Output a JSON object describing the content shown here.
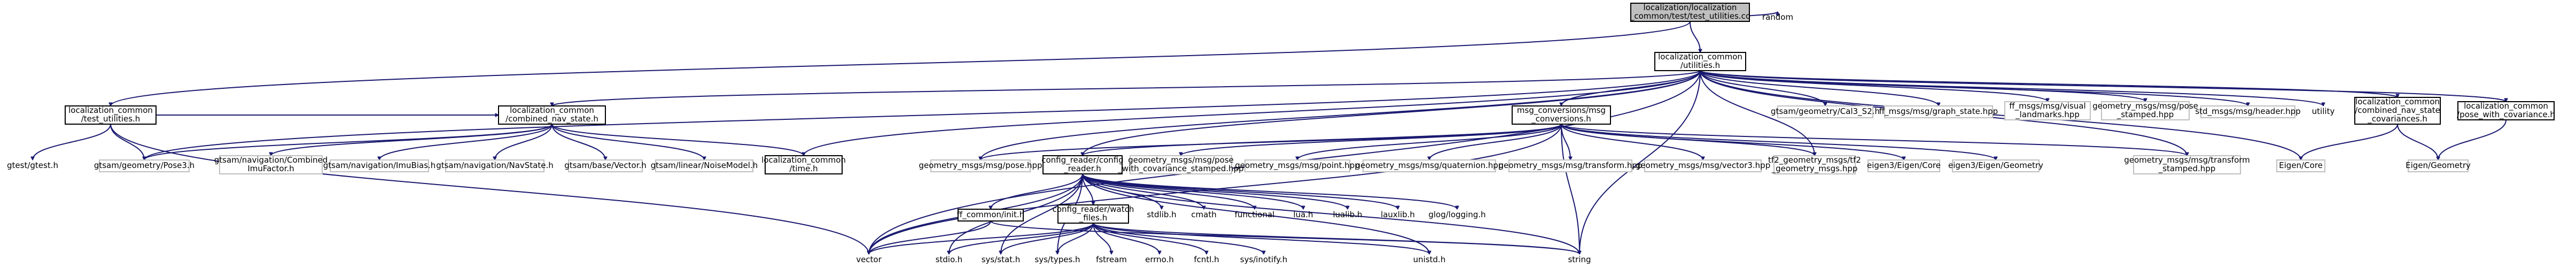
{
  "graph": {
    "nodes": [
      {
        "id": "root",
        "lines": [
          "localization/localization",
          "_common/test/test_utilities.cc"
        ],
        "style": "root"
      },
      {
        "id": "random",
        "lines": [
          "random"
        ],
        "style": "plain"
      },
      {
        "id": "lc_utilities",
        "lines": [
          "localization_common",
          "/utilities.h"
        ],
        "style": "boxed"
      },
      {
        "id": "lc_test_utilities",
        "lines": [
          "localization_common",
          "/test_utilities.h"
        ],
        "style": "boxed"
      },
      {
        "id": "lc_combined_nav_state",
        "lines": [
          "localization_common",
          "/combined_nav_state.h"
        ],
        "style": "boxed"
      },
      {
        "id": "gtest",
        "lines": [
          "gtest/gtest.h"
        ],
        "style": "plain"
      },
      {
        "id": "gtsam_pose3",
        "lines": [
          "gtsam/geometry/Pose3.h"
        ],
        "style": "box"
      },
      {
        "id": "gtsam_combined_imu",
        "lines": [
          "gtsam/navigation/Combined",
          "ImuFactor.h"
        ],
        "style": "box"
      },
      {
        "id": "gtsam_imubias",
        "lines": [
          "gtsam/navigation/ImuBias.h"
        ],
        "style": "box"
      },
      {
        "id": "gtsam_navstate",
        "lines": [
          "gtsam/navigation/NavState.h"
        ],
        "style": "box"
      },
      {
        "id": "gtsam_vector",
        "lines": [
          "gtsam/base/Vector.h"
        ],
        "style": "box"
      },
      {
        "id": "gtsam_noisemodel",
        "lines": [
          "gtsam/linear/NoiseModel.h"
        ],
        "style": "box"
      },
      {
        "id": "lc_time",
        "lines": [
          "localization_common",
          "/time.h"
        ],
        "style": "boxed"
      },
      {
        "id": "mc_conversions",
        "lines": [
          "msg_conversions/msg",
          "_conversions.h"
        ],
        "style": "boxed"
      },
      {
        "id": "geo_pose",
        "lines": [
          "geometry_msgs/msg/pose.hpp"
        ],
        "style": "box"
      },
      {
        "id": "config_reader",
        "lines": [
          "config_reader/config",
          "_reader.h"
        ],
        "style": "boxed"
      },
      {
        "id": "geo_pose_cov",
        "lines": [
          "geometry_msgs/msg/pose",
          "_with_covariance_stamped.hpp"
        ],
        "style": "box"
      },
      {
        "id": "geo_point",
        "lines": [
          "geometry_msgs/msg/point.hpp"
        ],
        "style": "box"
      },
      {
        "id": "geo_quaternion",
        "lines": [
          "geometry_msgs/msg/quaternion.hpp"
        ],
        "style": "box"
      },
      {
        "id": "geo_transform",
        "lines": [
          "geometry_msgs/msg/transform.hpp"
        ],
        "style": "box"
      },
      {
        "id": "geo_vector3",
        "lines": [
          "geometry_msgs/msg/vector3.hpp"
        ],
        "style": "box"
      },
      {
        "id": "tf2_geometry",
        "lines": [
          "tf2_geometry_msgs/tf2",
          "_geometry_msgs.hpp"
        ],
        "style": "box"
      },
      {
        "id": "eigen_core_slash",
        "lines": [
          "eigen3/Eigen/Core"
        ],
        "style": "box"
      },
      {
        "id": "eigen_geometry_slash",
        "lines": [
          "eigen3/Eigen/Geometry"
        ],
        "style": "box"
      },
      {
        "id": "geo_transform_stamped",
        "lines": [
          "geometry_msgs/msg/transform",
          "_stamped.hpp"
        ],
        "style": "box"
      },
      {
        "id": "eigen_core",
        "lines": [
          "Eigen/Core"
        ],
        "style": "box"
      },
      {
        "id": "eigen_geometry",
        "lines": [
          "Eigen/Geometry"
        ],
        "style": "box"
      },
      {
        "id": "gtsam_cal3",
        "lines": [
          "gtsam/geometry/Cal3_S2.h"
        ],
        "style": "box"
      },
      {
        "id": "ff_graph_state",
        "lines": [
          "ff_msgs/msg/graph_state.hpp"
        ],
        "style": "box"
      },
      {
        "id": "ff_visual",
        "lines": [
          "ff_msgs/msg/visual",
          "_landmarks.hpp"
        ],
        "style": "box"
      },
      {
        "id": "geo_pose_stamped",
        "lines": [
          "geometry_msgs/msg/pose",
          "_stamped.hpp"
        ],
        "style": "box"
      },
      {
        "id": "std_header",
        "lines": [
          "std_msgs/msg/header.hpp"
        ],
        "style": "box"
      },
      {
        "id": "utility",
        "lines": [
          "utility"
        ],
        "style": "plain"
      },
      {
        "id": "lc_combined_cov",
        "lines": [
          "localization_common",
          "/combined_nav_state",
          "_covariances.h"
        ],
        "style": "boxed"
      },
      {
        "id": "lc_pose_cov",
        "lines": [
          "localization_common",
          "/pose_with_covariance.h"
        ],
        "style": "boxed"
      },
      {
        "id": "ff_common_init",
        "lines": [
          "ff_common/init.h"
        ],
        "style": "boxed"
      },
      {
        "id": "config_watch",
        "lines": [
          "config_reader/watch",
          "_files.h"
        ],
        "style": "boxed"
      },
      {
        "id": "stdlib",
        "lines": [
          "stdlib.h"
        ],
        "style": "plain"
      },
      {
        "id": "cmath",
        "lines": [
          "cmath"
        ],
        "style": "plain"
      },
      {
        "id": "functional",
        "lines": [
          "functional"
        ],
        "style": "plain"
      },
      {
        "id": "lua",
        "lines": [
          "lua.h"
        ],
        "style": "plain"
      },
      {
        "id": "lualib",
        "lines": [
          "lualib.h"
        ],
        "style": "plain"
      },
      {
        "id": "lauxlib",
        "lines": [
          "lauxlib.h"
        ],
        "style": "plain"
      },
      {
        "id": "glog",
        "lines": [
          "glog/logging.h"
        ],
        "style": "plain"
      },
      {
        "id": "vector",
        "lines": [
          "vector"
        ],
        "style": "plain"
      },
      {
        "id": "stdio",
        "lines": [
          "stdio.h"
        ],
        "style": "plain"
      },
      {
        "id": "sys_stat",
        "lines": [
          "sys/stat.h"
        ],
        "style": "plain"
      },
      {
        "id": "sys_types",
        "lines": [
          "sys/types.h"
        ],
        "style": "plain"
      },
      {
        "id": "fstream",
        "lines": [
          "fstream"
        ],
        "style": "plain"
      },
      {
        "id": "errno",
        "lines": [
          "errno.h"
        ],
        "style": "plain"
      },
      {
        "id": "fcntl",
        "lines": [
          "fcntl.h"
        ],
        "style": "plain"
      },
      {
        "id": "sys_inotify",
        "lines": [
          "sys/inotify.h"
        ],
        "style": "plain"
      },
      {
        "id": "unistd",
        "lines": [
          "unistd.h"
        ],
        "style": "plain"
      },
      {
        "id": "string",
        "lines": [
          "string"
        ],
        "style": "plain"
      }
    ]
  }
}
